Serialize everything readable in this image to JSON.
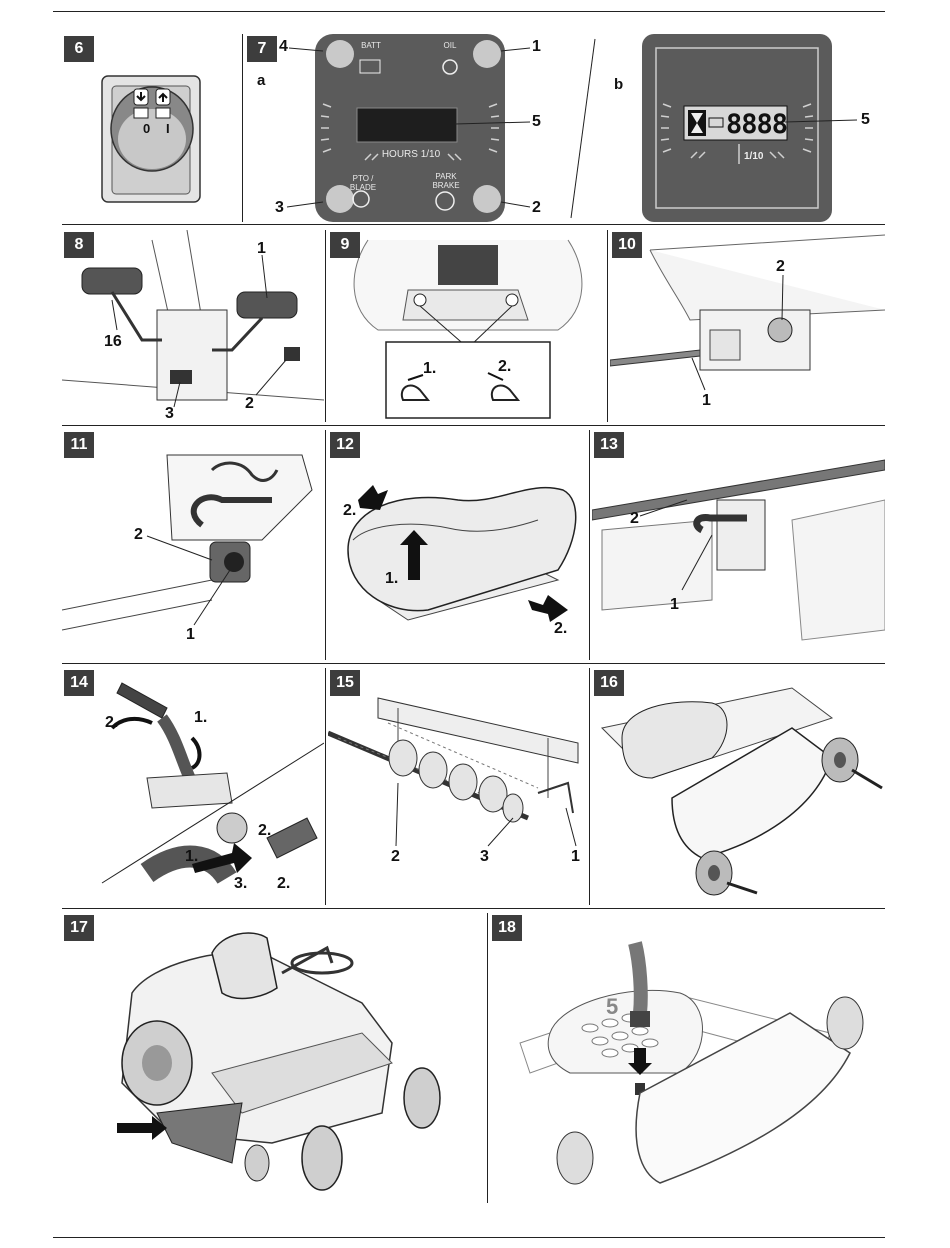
{
  "figures": [
    {
      "id": "6",
      "labels": {
        "off": "0",
        "on": "I"
      }
    },
    {
      "id": "7",
      "sub_a": "a",
      "sub_b": "b",
      "labels": {
        "l1": "1",
        "l2": "2",
        "l3": "3",
        "l4": "4",
        "l5": "5",
        "l5b": "5"
      },
      "indicators": {
        "batt": "BATT",
        "oil": "OIL",
        "pto": "PTO /\nBLADE",
        "park": "PARK\nBRAKE",
        "hours": "HOURS 1/10"
      },
      "display_b": {
        "digits": "8888",
        "tenths": "1/10"
      }
    },
    {
      "id": "8",
      "labels": {
        "l1": "1",
        "l16": "16",
        "l3": "3",
        "l2": "2"
      }
    },
    {
      "id": "9",
      "labels": {
        "s1": "1.",
        "s2": "2."
      }
    },
    {
      "id": "10",
      "labels": {
        "l2": "2",
        "l1": "1"
      }
    },
    {
      "id": "11",
      "labels": {
        "l2": "2",
        "l1": "1"
      }
    },
    {
      "id": "12",
      "labels": {
        "s2a": "2.",
        "s1": "1.",
        "s2b": "2."
      }
    },
    {
      "id": "13",
      "labels": {
        "l2": "2",
        "l1": "1"
      }
    },
    {
      "id": "14",
      "labels": {
        "s2a": "2.",
        "s1a": "1.",
        "s2b": "2.",
        "s1b": "1.",
        "s3": "3.",
        "s2c": "2."
      }
    },
    {
      "id": "15",
      "labels": {
        "l2": "2",
        "l3": "3",
        "l1": "1"
      }
    },
    {
      "id": "16",
      "labels": {}
    },
    {
      "id": "17",
      "labels": {}
    },
    {
      "id": "18",
      "labels": {
        "deck_number": "5"
      }
    }
  ],
  "colors": {
    "panel_dark": "#5b5b5b",
    "badge": "#3d3d3d",
    "lcd": "#555555",
    "line": "#222222"
  }
}
